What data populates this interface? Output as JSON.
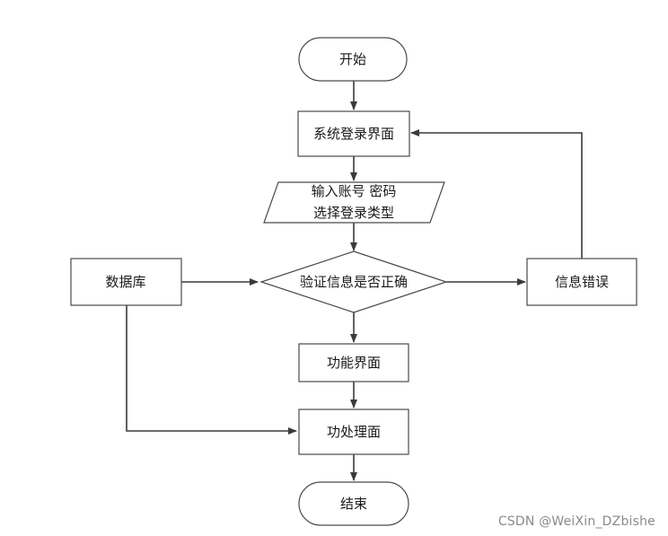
{
  "nodes": {
    "start": "开始",
    "login_page": "系统登录界面",
    "input_line1": "输入账号 密码",
    "input_line2": "选择登录类型",
    "database": "数据库",
    "verify": "验证信息是否正确",
    "info_error": "信息错误",
    "function_page": "功能界面",
    "process_page": "功处理面",
    "end": "结束"
  },
  "watermark": "CSDN @WeiXin_DZbishe"
}
